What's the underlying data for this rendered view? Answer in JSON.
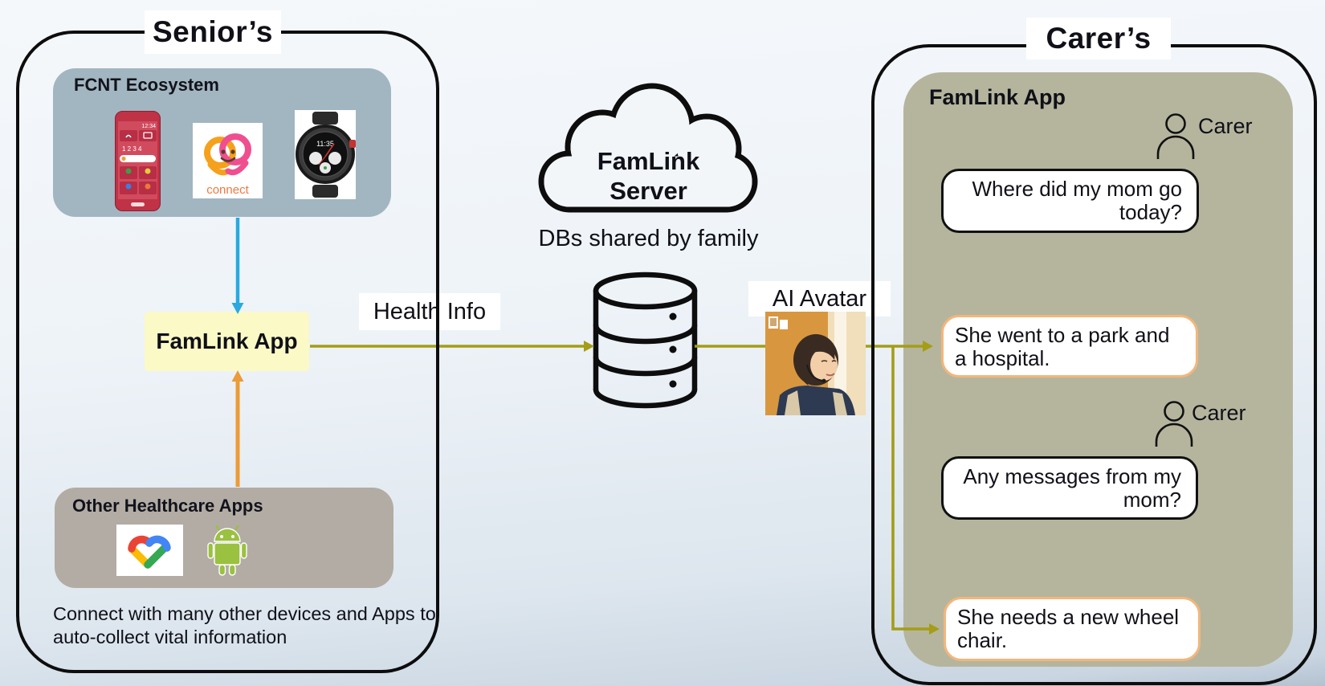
{
  "senior": {
    "title": "Senior’s",
    "fcnt_box": {
      "label": "FCNT Ecosystem",
      "phone_time": "12:34",
      "connect_label": "connect",
      "watch_time": "11:35"
    },
    "famlink_app_label": "FamLink App",
    "other_apps_label": "Other Healthcare Apps",
    "caption_line1": "Connect with many other devices and Apps to",
    "caption_line2": "auto-collect vital information"
  },
  "server": {
    "cloud_line1": "FamLink",
    "cloud_line2": "Server",
    "db_caption": "DBs shared by family",
    "health_info_label": "Health Info",
    "ai_avatar_label": "AI Avatar"
  },
  "carer": {
    "title": "Carer’s",
    "app_label": "FamLink App",
    "carer1_label": "Carer",
    "carer2_label": "Carer",
    "bubble1": {
      "line1": "Where did my mom go",
      "line2": "today?"
    },
    "reply1": {
      "line1": "She went to a park and",
      "line2": "a hospital."
    },
    "bubble2": {
      "line1": "Any messages from my",
      "line2": "mom?"
    },
    "reply2": {
      "line1": "She needs a new wheel",
      "line2": "chair."
    }
  },
  "colors": {
    "fcnt_box": "#a2b6c1",
    "other_apps_box": "#b3aca4",
    "famlink_yellow_box": "#fbf9c5",
    "carer_app_box": "#b5b59e",
    "arrow_blue": "#2aa9e0",
    "arrow_orange": "#ec9b38",
    "arrow_olive": "#a49d16",
    "reply_bubble_border": "#f3b67c",
    "panel_border": "#0d0d0d"
  }
}
